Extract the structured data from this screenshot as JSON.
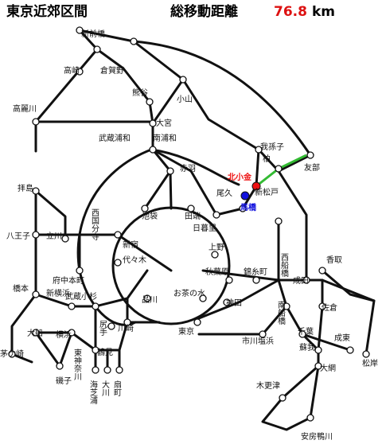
{
  "header": {
    "title": "東京近郊区間",
    "distance_label": "総移動距離",
    "distance_value": "76.8",
    "distance_unit": "km"
  },
  "colors": {
    "line": "#111111",
    "route": "#33bb33",
    "start": "#ee1111",
    "end": "#1111dd",
    "distance_value": "#dd1111"
  },
  "stations": {
    "shinmaebashi": "新前橋",
    "takasaki": "高崎",
    "kuragano": "倉賀野",
    "kumagaya": "熊谷",
    "oyama": "小山",
    "komagawa": "高麗川",
    "omiya": "大宮",
    "musashi_urawa": "武蔵浦和",
    "minami_urawa": "南浦和",
    "abiko": "我孫子",
    "kashiwa": "柏",
    "tomobe": "友部",
    "kitakogane": "北小金",
    "mabashi": "馬橋",
    "shin_matsudo": "新松戸",
    "akabane": "赤羽",
    "oku": "尾久",
    "haijima": "拝島",
    "nishi_kokubunji": "西国分寺",
    "ikebukuro": "池袋",
    "tabata": "田端",
    "nippori": "日暮里",
    "hachioji": "八王子",
    "tachikawa": "立川",
    "shinjuku": "新宿",
    "ueno": "上野",
    "nishi_funabashi": "西船橋",
    "yoyogi": "代々木",
    "katori": "香取",
    "fuchu_hommachi": "府中本町",
    "akihabara": "秋葉原",
    "kinshicho": "錦糸町",
    "hashimoto": "橋本",
    "ochanomizu": "お茶の水",
    "narita": "成田",
    "shin_yokohama": "新横浜",
    "musashi_kosugi": "武蔵小杉",
    "shinagawa": "品川",
    "kanda": "神田",
    "sakura": "佐倉",
    "ofuna": "大船",
    "yokohama": "横浜",
    "shitte": "尻手",
    "kawasaki": "川崎",
    "tokyo": "東京",
    "ichikawa_shiohama": "市川塩浜",
    "minami_funabashi": "南船橋",
    "chiba": "千葉",
    "naruto": "成東",
    "chigasaki": "茅ケ崎",
    "higashi_kanagawa": "東神奈川",
    "tsurumi": "鶴見",
    "soga": "蘇我",
    "oami": "大網",
    "matsugishi": "松岸",
    "isogo": "磯子",
    "umi_shibaura": "海芝浦",
    "okawa": "大川",
    "ogimachi": "扇町",
    "kisarazu": "木更津",
    "awa_kamogawa": "安房鴨川"
  }
}
